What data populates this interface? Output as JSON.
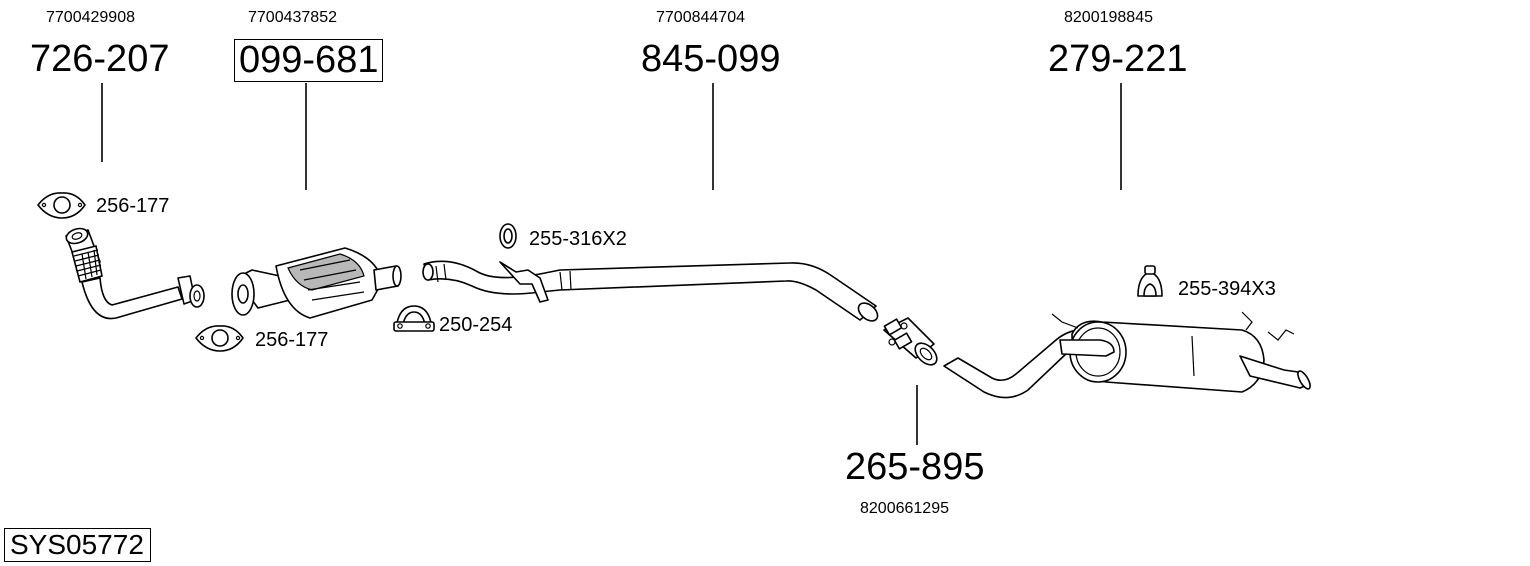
{
  "diagram": {
    "system_id": "SYS05772",
    "parts": [
      {
        "oem": "7700429908",
        "number": "726-207",
        "boxed": false
      },
      {
        "oem": "7700437852",
        "number": "099-681",
        "boxed": true
      },
      {
        "oem": "7700844704",
        "number": "845-099",
        "boxed": false
      },
      {
        "oem": "8200198845",
        "number": "279-221",
        "boxed": false
      },
      {
        "oem": "8200661295",
        "number": "265-895",
        "boxed": false
      }
    ],
    "accessories": [
      {
        "number": "256-177"
      },
      {
        "number": "256-177"
      },
      {
        "number": "250-254"
      },
      {
        "number": "255-316X2"
      },
      {
        "number": "255-394X3"
      }
    ]
  }
}
